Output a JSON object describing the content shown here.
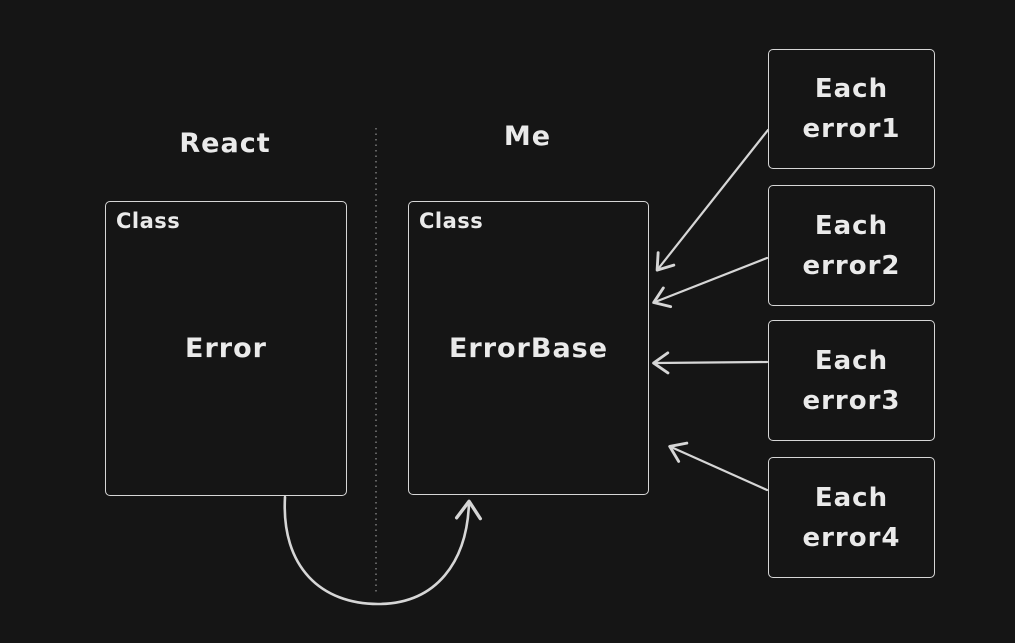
{
  "diagram": {
    "background": "#151515",
    "stroke_color": "#d6d6d6",
    "text_color": "#eaeaea",
    "divider_color": "#8a8a8a"
  },
  "columns": {
    "left_label": "React",
    "right_label": "Me"
  },
  "class_boxes": [
    {
      "tag": "Class",
      "title": "Error",
      "column": "React"
    },
    {
      "tag": "Class",
      "title": "ErrorBase",
      "column": "Me"
    }
  ],
  "error_boxes": [
    {
      "line1": "Each",
      "line2": "error1"
    },
    {
      "line1": "Each",
      "line2": "error2"
    },
    {
      "line1": "Each",
      "line2": "error3"
    },
    {
      "line1": "Each",
      "line2": "error4"
    }
  ],
  "connections": [
    {
      "from": "Each error1",
      "to": "ErrorBase",
      "type": "straight-arrow"
    },
    {
      "from": "Each error2",
      "to": "ErrorBase",
      "type": "straight-arrow"
    },
    {
      "from": "Each error3",
      "to": "ErrorBase",
      "type": "straight-arrow"
    },
    {
      "from": "Each error4",
      "to": "ErrorBase",
      "type": "straight-arrow"
    },
    {
      "from": "Error",
      "to": "ErrorBase",
      "type": "curved-arrow"
    }
  ]
}
